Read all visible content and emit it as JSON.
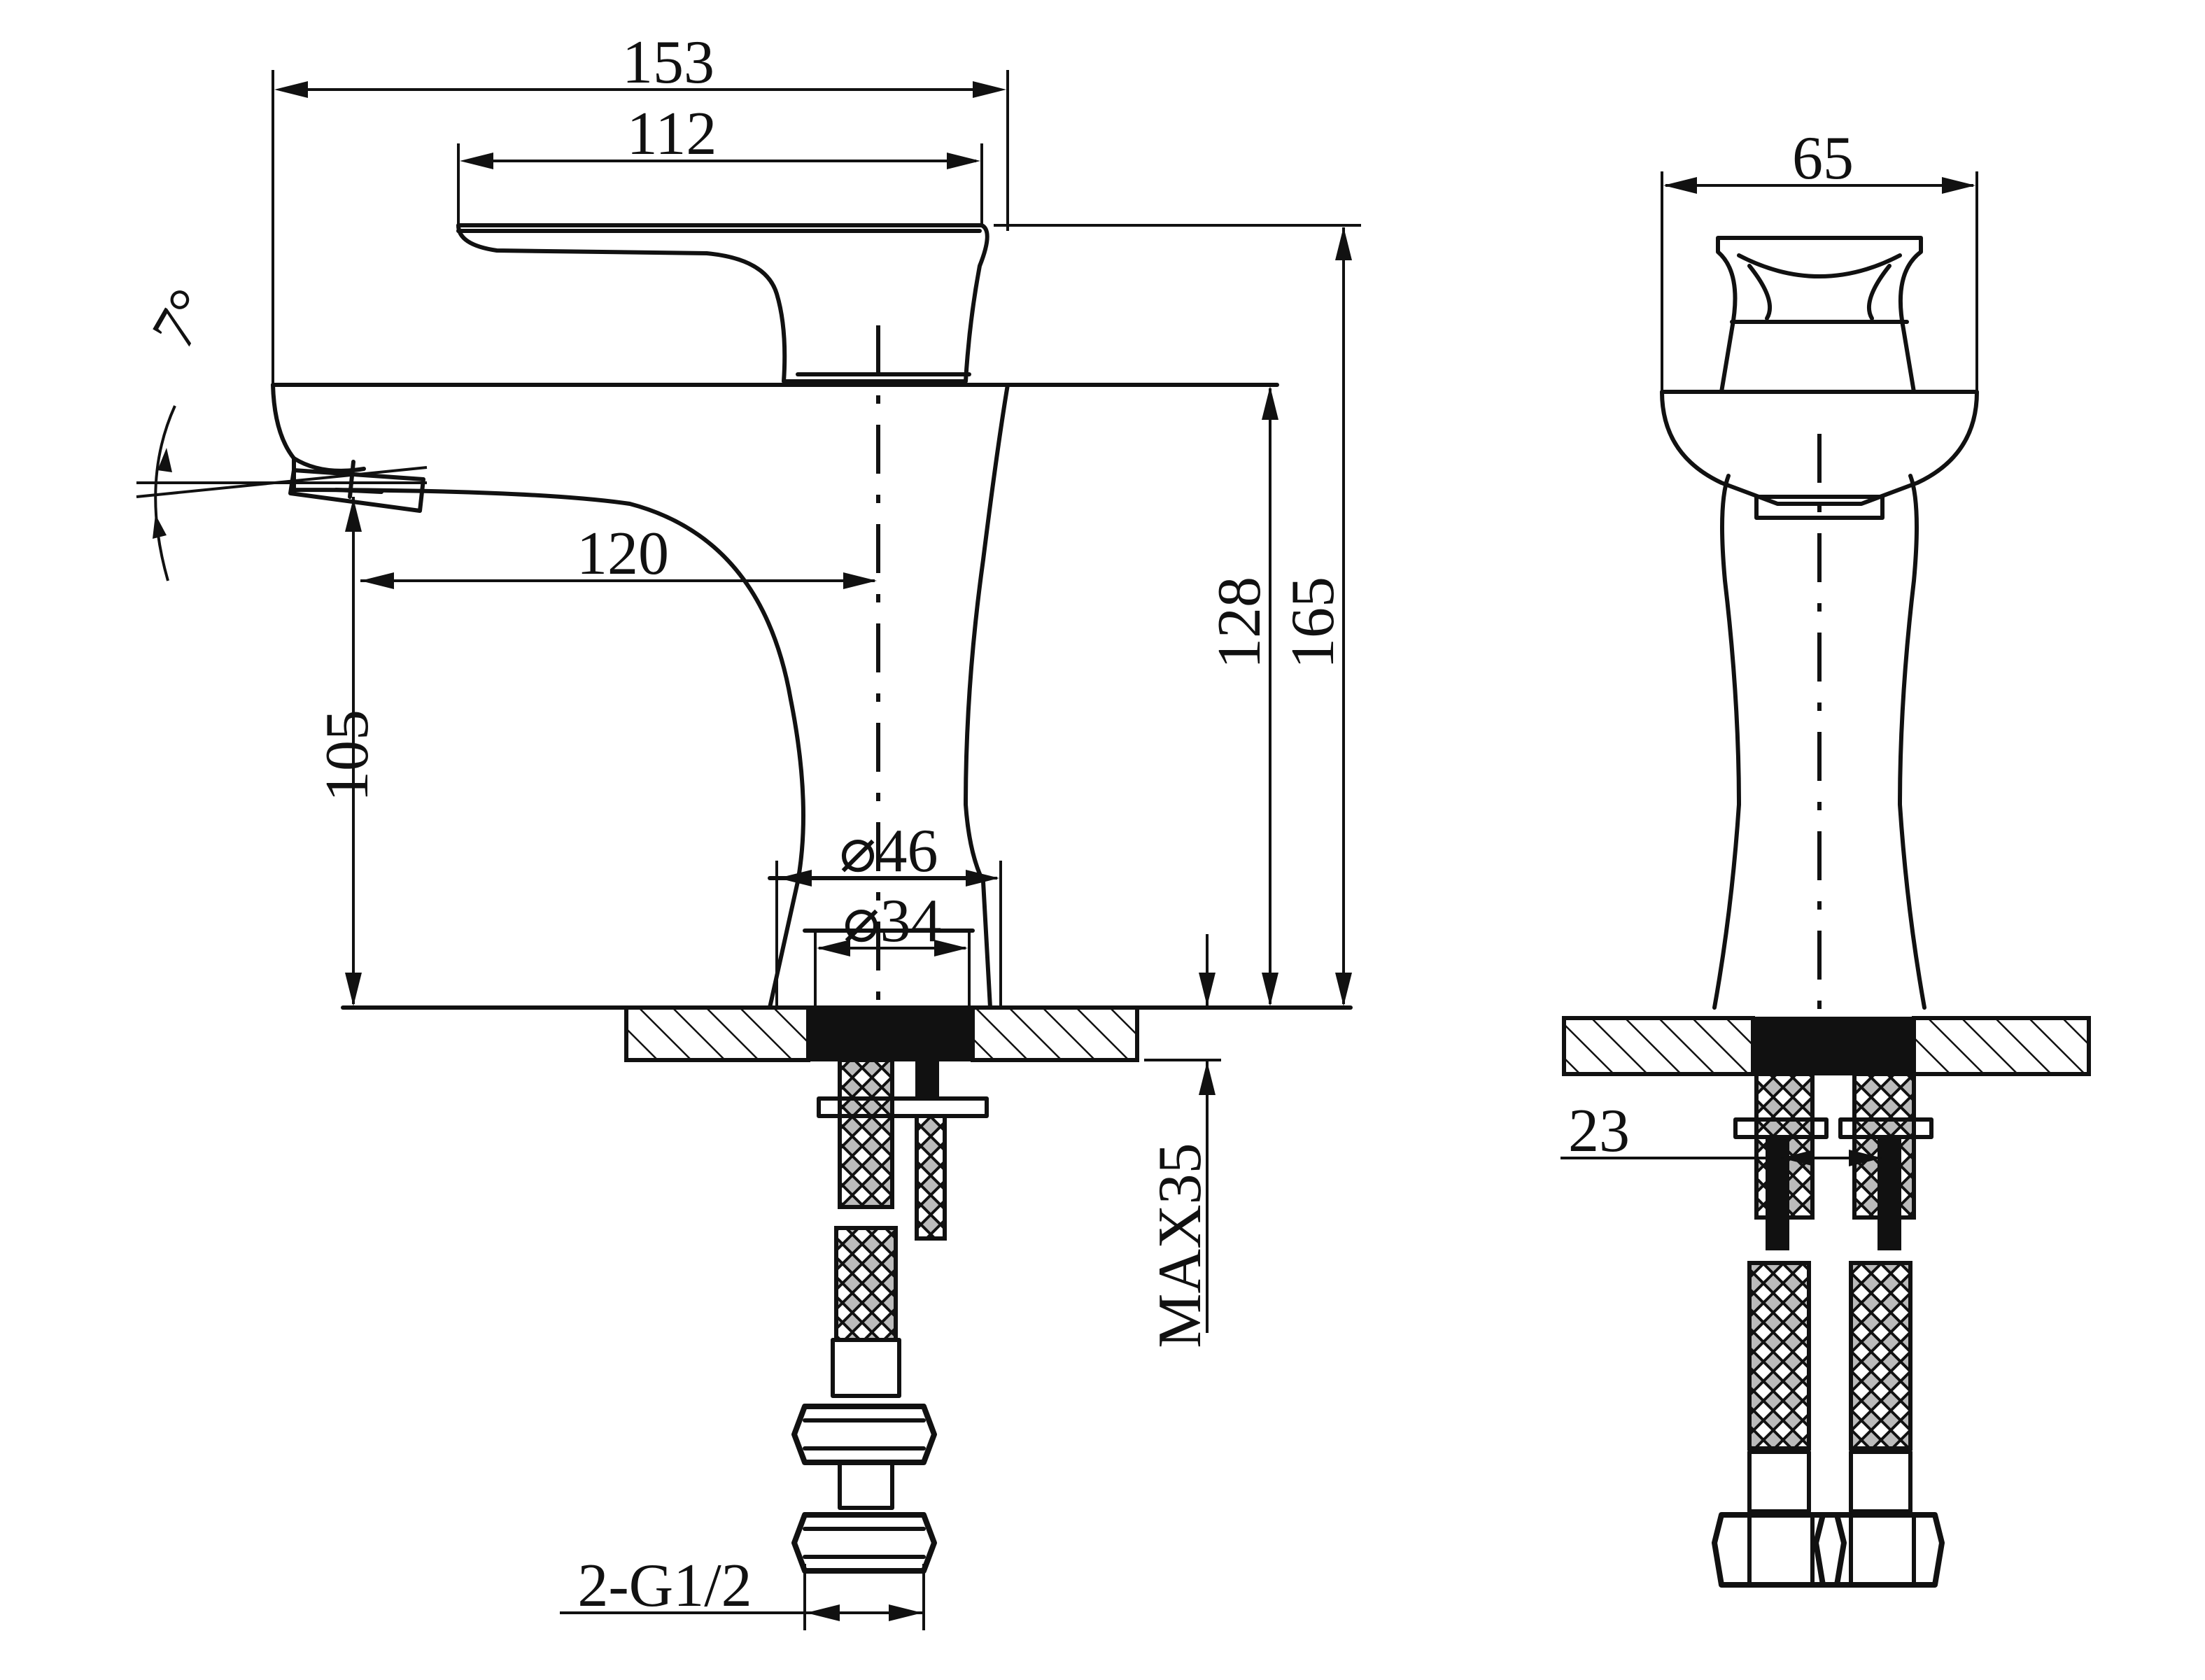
{
  "dimensions": {
    "overall_width": "153",
    "lever_length": "112",
    "spout_reach": "120",
    "spout_height": "105",
    "body_height": "128",
    "total_height": "165",
    "base_outer_dia": "⌀46",
    "base_inner_dia": "⌀34",
    "max_deck_thickness": "MAX35",
    "tilt_angle": "7°",
    "connection": "2-G1/2",
    "side_width": "65",
    "thread_offset": "23"
  },
  "colors": {
    "line": "#111111",
    "background": "#ffffff"
  }
}
